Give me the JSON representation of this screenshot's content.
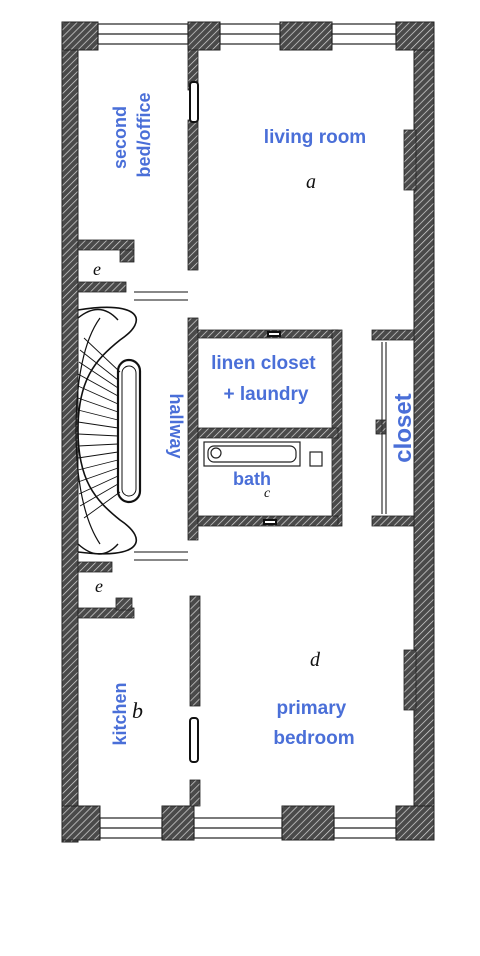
{
  "rooms": {
    "second_office": {
      "line1": "second",
      "line2": "bed/office"
    },
    "living_room": "living room",
    "linen_closet": {
      "line1": "linen closet",
      "line2": "+ laundry"
    },
    "hallway": "hallway",
    "closet": "closet",
    "bath": "bath",
    "primary_bedroom": {
      "line1": "primary",
      "line2": "bedroom"
    },
    "kitchen": "kitchen"
  },
  "marks": {
    "a": "a",
    "e_upper": "e",
    "e_lower": "e",
    "c": "c",
    "d": "d",
    "b": "b"
  },
  "colors": {
    "label": "#4a6fd8",
    "wall": "#2b2b2b",
    "wall_hatch": "#7a7a7a"
  }
}
